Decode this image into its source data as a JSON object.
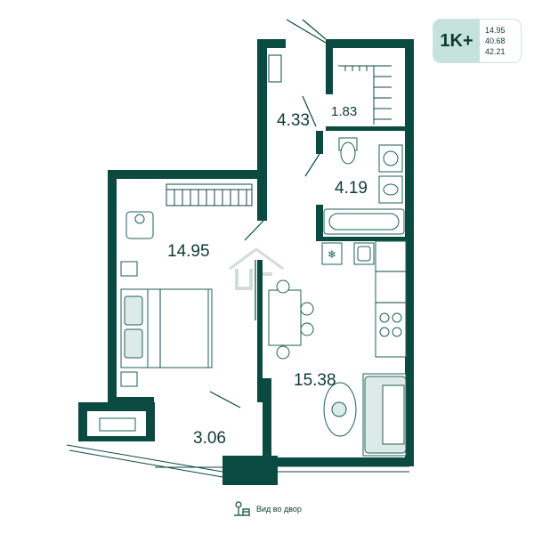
{
  "badge": {
    "type": "1K+",
    "areas": [
      "14.95",
      "40.68",
      "42.21"
    ]
  },
  "rooms": {
    "hall": "4.33",
    "closet": "1.83",
    "bathroom": "4.19",
    "bedroom": "14.95",
    "kitchen_living": "15.38",
    "balcony": "3.06"
  },
  "view_label": "Вид во двор",
  "colors": {
    "wall": "#0b4a40",
    "badge_accent": "#c5e3dc",
    "text": "#0f3b35"
  }
}
